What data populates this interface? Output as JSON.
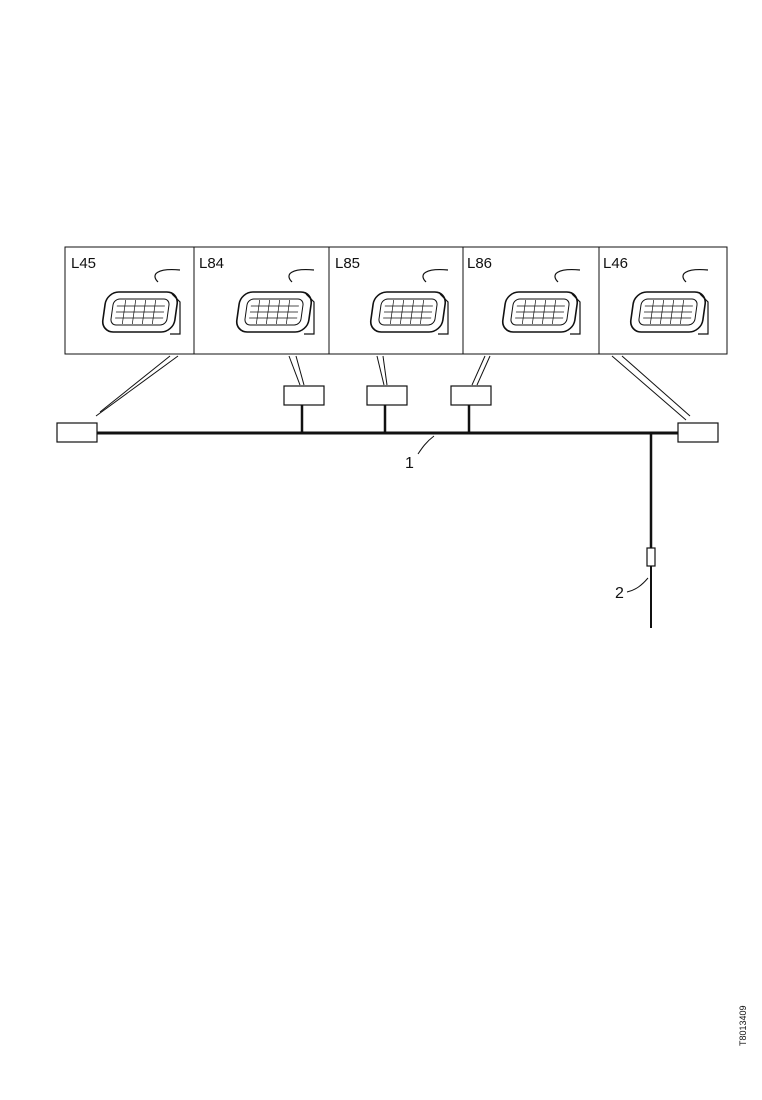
{
  "panels": [
    {
      "label": "L45"
    },
    {
      "label": "L84"
    },
    {
      "label": "L85"
    },
    {
      "label": "L86"
    },
    {
      "label": "L46"
    }
  ],
  "callouts": {
    "harness": "1",
    "fuse": "2"
  },
  "drawing_code": "T8013409"
}
